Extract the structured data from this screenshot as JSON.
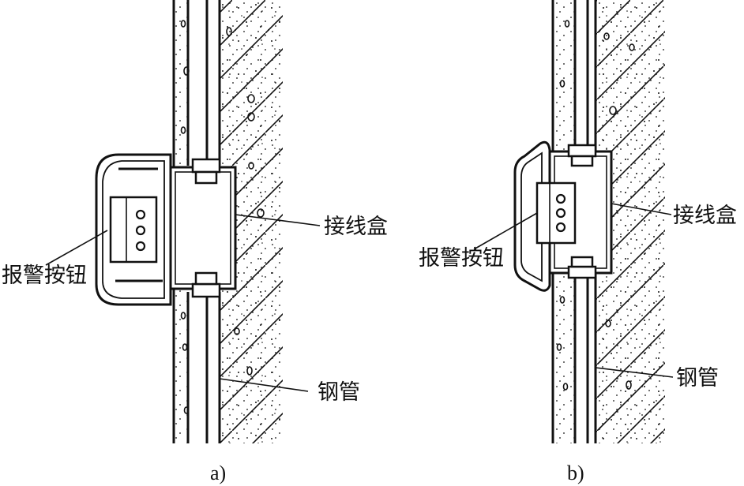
{
  "diagrams": [
    {
      "caption": "a)",
      "labels": {
        "junction_box": "接线盒",
        "alarm_button": "报警按钮",
        "steel_pipe": "钢管"
      }
    },
    {
      "caption": "b)",
      "labels": {
        "junction_box": "接线盒",
        "alarm_button": "报警按钮",
        "steel_pipe": "钢管"
      }
    }
  ]
}
